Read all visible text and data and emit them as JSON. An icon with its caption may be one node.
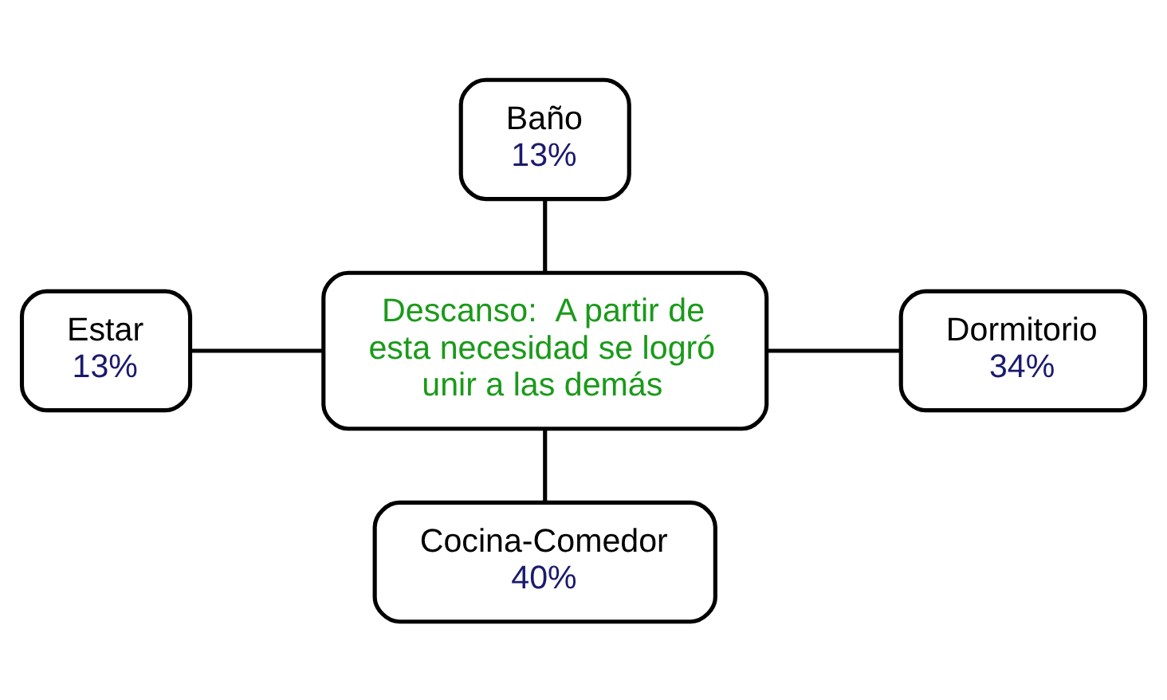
{
  "diagram": {
    "nodes": [
      {
        "text": [
          "Baño",
          "13%"
        ]
      },
      {
        "text": [
          "Estar",
          "13%"
        ]
      },
      {
        "text": [
          "Descanso:  A partir de esta necesidad se logró unir a las demás"
        ]
      },
      {
        "text": [
          "Dormitorio",
          "34%"
        ]
      },
      {
        "text": [
          "Cocina-Comedor",
          "40%"
        ]
      }
    ],
    "edges": [
      {
        "from": 0,
        "to": 2,
        "arrow": "none"
      },
      {
        "from": 1,
        "to": 2,
        "arrow": "none"
      },
      {
        "from": 2,
        "to": 3,
        "arrow": "none"
      },
      {
        "from": 2,
        "to": 4,
        "arrow": "none"
      }
    ]
  }
}
